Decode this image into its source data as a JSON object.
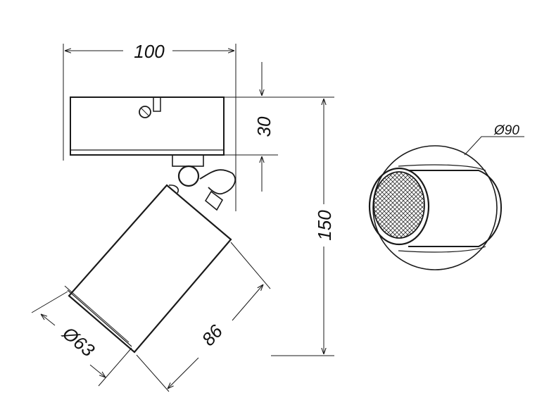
{
  "dimensions": {
    "width": "100",
    "mount_height": "30",
    "total_height": "150",
    "head_diameter": "Ø63",
    "head_length": "86",
    "front_diameter": "Ø90"
  }
}
